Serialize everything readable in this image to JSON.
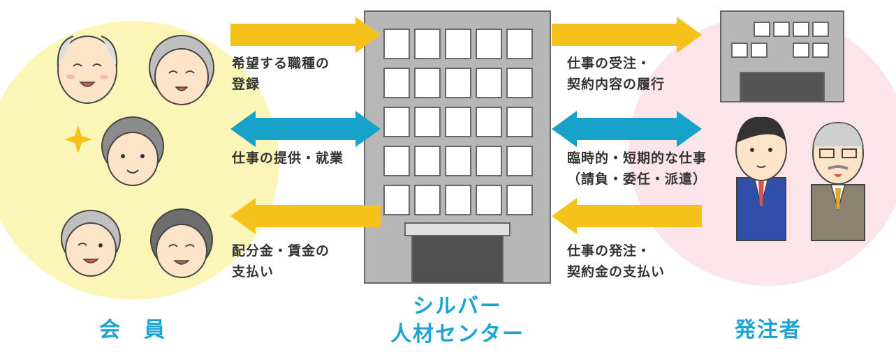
{
  "members": {
    "caption": "会　員"
  },
  "center": {
    "caption": "シルバー\n人材センター"
  },
  "client": {
    "caption": "発注者"
  },
  "flows_left": [
    {
      "label": "希望する職種の\n登録",
      "direction": "right",
      "color": "#f4c21b"
    },
    {
      "label": "仕事の提供・就業",
      "direction": "both",
      "color": "#16a2c9"
    },
    {
      "label": "配分金・賃金の\n支払い",
      "direction": "left",
      "color": "#f4c21b"
    }
  ],
  "flows_right": [
    {
      "label": "仕事の受注・\n契約内容の履行",
      "direction": "right",
      "color": "#f4c21b"
    },
    {
      "label": "臨時的・短期的な仕事\n（請負・委任・派遣）",
      "direction": "both",
      "color": "#16a2c9"
    },
    {
      "label": "仕事の発注・\n契約金の支払い",
      "direction": "left",
      "color": "#f4c21b"
    }
  ],
  "colors": {
    "accent": "#1aa3d4",
    "members_bg": "#fbf6b8",
    "client_bg": "#fbe5ea",
    "building": "#b7b7b7"
  }
}
